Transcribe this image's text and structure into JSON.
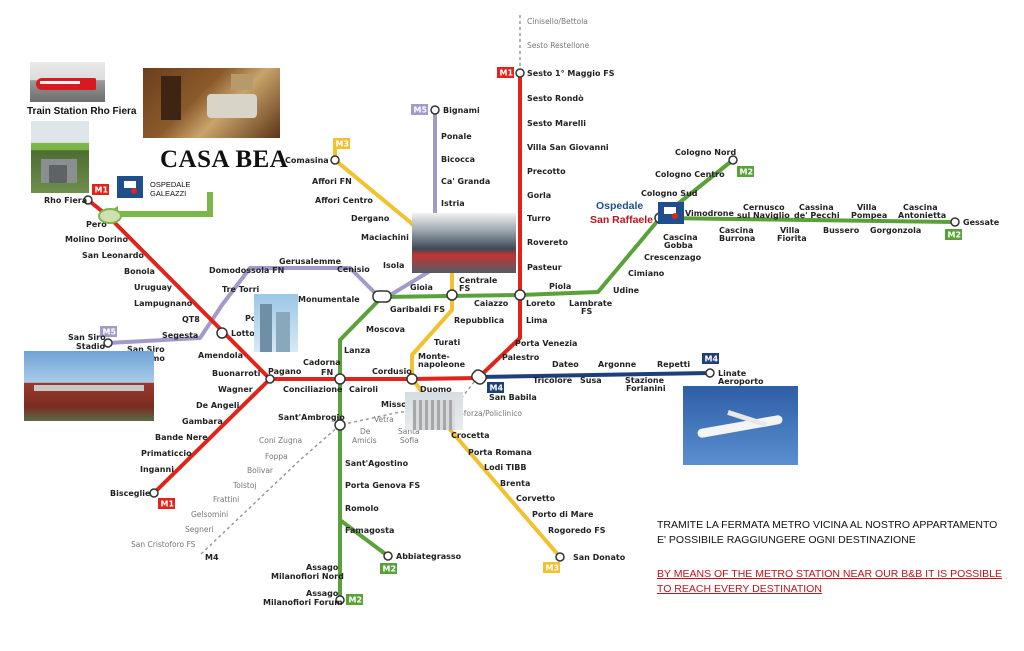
{
  "title": "CASA BEA",
  "photo_captions": {
    "train_station": "Train Station Rho Fiera"
  },
  "hospitals": {
    "galeazzi": [
      "OSPEDALE",
      "GALEAZZI"
    ],
    "san_raffaele_line1": "Ospedale",
    "san_raffaele_line2": "San Raffaele"
  },
  "notes": {
    "italian": [
      "TRAMITE LA FERMATA METRO VICINA AL NOSTRO APPARTAMENTO",
      "E' POSSIBILE RAGGIUNGERE OGNI DESTINAZIONE"
    ],
    "english": [
      "BY MEANS OF THE METRO STATION NEAR OUR B&B IT IS POSSIBLE",
      "TO REACH EVERY DESTINATION"
    ]
  },
  "colors": {
    "M1": "#e2231a",
    "M2": "#5aa13a",
    "M3": "#f2c12e",
    "M4": "#1f3f7a",
    "M5": "#a29bc9",
    "service": "#aaaaaa",
    "accent_red": "#c0141a",
    "accent_blue": "#1f4e8c"
  },
  "line_badges": [
    {
      "id": "m1-top",
      "label": "M1",
      "color": "#e2231a"
    },
    {
      "id": "m1-rho",
      "label": "M1",
      "color": "#e2231a"
    },
    {
      "id": "m1-bisceglie",
      "label": "M1",
      "color": "#e2231a"
    },
    {
      "id": "m2-cologno",
      "label": "M2",
      "color": "#5aa13a"
    },
    {
      "id": "m2-gessate",
      "label": "M2",
      "color": "#5aa13a"
    },
    {
      "id": "m2-abbiategrasso",
      "label": "M2",
      "color": "#5aa13a"
    },
    {
      "id": "m2-forum",
      "label": "M2",
      "color": "#5aa13a"
    },
    {
      "id": "m3-comasina",
      "label": "M3",
      "color": "#f2c12e"
    },
    {
      "id": "m3-sandonato",
      "label": "M3",
      "color": "#f2c12e"
    },
    {
      "id": "m4-linate",
      "label": "M4",
      "color": "#1f3f7a"
    },
    {
      "id": "m4-babila",
      "label": "M4",
      "color": "#1f3f7a"
    },
    {
      "id": "m4-sancristoforo",
      "label": "M4",
      "color": "#1f3f7a"
    },
    {
      "id": "m5-bignami",
      "label": "M5",
      "color": "#a29bc9"
    },
    {
      "id": "m5-sansiro",
      "label": "M5",
      "color": "#a29bc9"
    }
  ],
  "stations": [
    {
      "id": "cinisello",
      "name": "Cinisello/Bettola",
      "grey": true
    },
    {
      "id": "restellone",
      "name": "Sesto Restellone",
      "grey": true
    },
    {
      "id": "sesto1maggio",
      "name": "Sesto 1° Maggio FS"
    },
    {
      "id": "sestorondo",
      "name": "Sesto Rondò"
    },
    {
      "id": "sestomarelli",
      "name": "Sesto Marelli"
    },
    {
      "id": "villasg",
      "name": "Villa San Giovanni"
    },
    {
      "id": "precotto",
      "name": "Precotto"
    },
    {
      "id": "gorla",
      "name": "Gorla"
    },
    {
      "id": "turro",
      "name": "Turro"
    },
    {
      "id": "rovereto",
      "name": "Rovereto"
    },
    {
      "id": "pasteur",
      "name": "Pasteur"
    },
    {
      "id": "loreto",
      "name": "Loreto"
    },
    {
      "id": "lima",
      "name": "Lima"
    },
    {
      "id": "portavenezia",
      "name": "Porta Venezia"
    },
    {
      "id": "palestro",
      "name": "Palestro"
    },
    {
      "id": "sanbabila",
      "name": "San Babila"
    },
    {
      "id": "duomo",
      "name": "Duomo"
    },
    {
      "id": "cordusio",
      "name": "Cordusio"
    },
    {
      "id": "cairoli",
      "name": "Cairoli"
    },
    {
      "id": "cadorna",
      "name": "Cadorna"
    },
    {
      "id": "fn1",
      "name": "FN"
    },
    {
      "id": "conciliazione",
      "name": "Conciliazione"
    },
    {
      "id": "pagano",
      "name": "Pagano"
    },
    {
      "id": "buonarroti",
      "name": "Buonarroti"
    },
    {
      "id": "amendola",
      "name": "Amendola"
    },
    {
      "id": "lotto",
      "name": "Lotto"
    },
    {
      "id": "qt8",
      "name": "QT8"
    },
    {
      "id": "lampugnano",
      "name": "Lampugnano"
    },
    {
      "id": "uruguay",
      "name": "Uruguay"
    },
    {
      "id": "bonola",
      "name": "Bonola"
    },
    {
      "id": "sanleonardo",
      "name": "San Leonardo"
    },
    {
      "id": "molinodorino",
      "name": "Molino Dorino"
    },
    {
      "id": "pero",
      "name": "Pero"
    },
    {
      "id": "rhofiera",
      "name": "Rho Fiera"
    },
    {
      "id": "wagner",
      "name": "Wagner"
    },
    {
      "id": "deangeli",
      "name": "De Angeli"
    },
    {
      "id": "gambara",
      "name": "Gambara"
    },
    {
      "id": "bandenere",
      "name": "Bande Nere"
    },
    {
      "id": "primaticcio",
      "name": "Primaticcio"
    },
    {
      "id": "inganni",
      "name": "Inganni"
    },
    {
      "id": "bisceglie",
      "name": "Bisceglie"
    },
    {
      "id": "colognonord",
      "name": "Cologno Nord"
    },
    {
      "id": "colognocentro",
      "name": "Cologno Centro"
    },
    {
      "id": "colognosud",
      "name": "Cologno Sud"
    },
    {
      "id": "vimodrone",
      "name": "Vimodrone"
    },
    {
      "id": "cernusco",
      "name": "Cernusco"
    },
    {
      "id": "sulnaviglio",
      "name": "sul Naviglio"
    },
    {
      "id": "cassina1",
      "name": "Cassina"
    },
    {
      "id": "depecchi",
      "name": "de' Pecchi"
    },
    {
      "id": "villa",
      "name": "Villa"
    },
    {
      "id": "pompea",
      "name": "Pompea"
    },
    {
      "id": "cassina2",
      "name": "Cascina"
    },
    {
      "id": "antonietta",
      "name": "Antonietta"
    },
    {
      "id": "gessate",
      "name": "Gessate"
    },
    {
      "id": "cascinaburrona1",
      "name": "Cascina"
    },
    {
      "id": "burrona",
      "name": "Burrona"
    },
    {
      "id": "villafiorita1",
      "name": "Villa"
    },
    {
      "id": "fiorita",
      "name": "Fiorita"
    },
    {
      "id": "bussero",
      "name": "Bussero"
    },
    {
      "id": "gorgonzola",
      "name": "Gorgonzola"
    },
    {
      "id": "cascinagobba1",
      "name": "Cascina"
    },
    {
      "id": "gobba",
      "name": "Gobba"
    },
    {
      "id": "crescenzago",
      "name": "Crescenzago"
    },
    {
      "id": "cimiano",
      "name": "Cimiano"
    },
    {
      "id": "udine",
      "name": "Udine"
    },
    {
      "id": "lambrate",
      "name": "Lambrate"
    },
    {
      "id": "fs1",
      "name": "FS"
    },
    {
      "id": "piola",
      "name": "Piola"
    },
    {
      "id": "caiazzo",
      "name": "Caiazzo"
    },
    {
      "id": "centrale",
      "name": "Centrale"
    },
    {
      "id": "fs2",
      "name": "FS"
    },
    {
      "id": "gioia",
      "name": "Gioia"
    },
    {
      "id": "garibaldi",
      "name": "Garibaldi FS"
    },
    {
      "id": "moscova",
      "name": "Moscova"
    },
    {
      "id": "lanza",
      "name": "Lanza"
    },
    {
      "id": "santambrogio",
      "name": "Sant'Ambrogio"
    },
    {
      "id": "santagostino",
      "name": "Sant'Agostino"
    },
    {
      "id": "portagenova",
      "name": "Porta Genova FS"
    },
    {
      "id": "romolo",
      "name": "Romolo"
    },
    {
      "id": "famagosta",
      "name": "Famagosta"
    },
    {
      "id": "abbiategrasso",
      "name": "Abbiategrasso"
    },
    {
      "id": "assago1",
      "name": "Assago"
    },
    {
      "id": "milanofiorinord",
      "name": "Milanofiori Nord"
    },
    {
      "id": "assago2",
      "name": "Assago"
    },
    {
      "id": "milanofioriforum",
      "name": "Milanofiori Forum"
    },
    {
      "id": "comasina",
      "name": "Comasina"
    },
    {
      "id": "affori",
      "name": "Affori FN"
    },
    {
      "id": "afforicentro",
      "name": "Affori Centro"
    },
    {
      "id": "dergano",
      "name": "Dergano"
    },
    {
      "id": "maciachini",
      "name": "Maciachini"
    },
    {
      "id": "repubblica",
      "name": "Repubblica"
    },
    {
      "id": "turati",
      "name": "Turati"
    },
    {
      "id": "montenap1",
      "name": "Monte-"
    },
    {
      "id": "montenap2",
      "name": "napoleone"
    },
    {
      "id": "missori",
      "name": "Missori"
    },
    {
      "id": "crocetta",
      "name": "Crocetta"
    },
    {
      "id": "portaromana",
      "name": "Porta Romana"
    },
    {
      "id": "loditibb",
      "name": "Lodi TIBB"
    },
    {
      "id": "brenta",
      "name": "Brenta"
    },
    {
      "id": "corvetto",
      "name": "Corvetto"
    },
    {
      "id": "portodimare",
      "name": "Porto di Mare"
    },
    {
      "id": "rogoredo",
      "name": "Rogoredo FS"
    },
    {
      "id": "sandonato",
      "name": "San Donato"
    },
    {
      "id": "bignami",
      "name": "Bignami"
    },
    {
      "id": "ponale",
      "name": "Ponale"
    },
    {
      "id": "bicocca",
      "name": "Bicocca"
    },
    {
      "id": "cagranda",
      "name": "Ca' Granda"
    },
    {
      "id": "istria",
      "name": "Istria"
    },
    {
      "id": "isola",
      "name": "Isola"
    },
    {
      "id": "monumentale",
      "name": "Monumentale"
    },
    {
      "id": "cenisio",
      "name": "Cenisio"
    },
    {
      "id": "gerusalemme",
      "name": "Gerusalemme"
    },
    {
      "id": "domodossola",
      "name": "Domodossola FN"
    },
    {
      "id": "tretorri",
      "name": "Tre Torri"
    },
    {
      "id": "portello",
      "name": "Po"
    },
    {
      "id": "segesta",
      "name": "Segesta"
    },
    {
      "id": "sansirostadio1",
      "name": "San Siro"
    },
    {
      "id": "sansirostadio2",
      "name": "Stadio"
    },
    {
      "id": "sansiroippo1",
      "name": "San Siro"
    },
    {
      "id": "sansiroippo2",
      "name": "mo"
    },
    {
      "id": "dateo",
      "name": "Dateo"
    },
    {
      "id": "tricolore",
      "name": "Tricolore"
    },
    {
      "id": "argonne",
      "name": "Argonne"
    },
    {
      "id": "susa",
      "name": "Susa"
    },
    {
      "id": "repetti",
      "name": "Repetti"
    },
    {
      "id": "stazione1",
      "name": "Stazione"
    },
    {
      "id": "forlanini",
      "name": "Forlanini"
    },
    {
      "id": "linate1",
      "name": "Linate"
    },
    {
      "id": "aeroporto",
      "name": "Aeroporto"
    },
    {
      "id": "sforza",
      "name": "Sforza/Policlinico",
      "grey": true
    },
    {
      "id": "vetra",
      "name": "Vetra",
      "grey": true
    },
    {
      "id": "deamicis1",
      "name": "De",
      "grey": true
    },
    {
      "id": "deamicis2",
      "name": "Amicis",
      "grey": true
    },
    {
      "id": "santasofia1",
      "name": "Santa",
      "grey": true
    },
    {
      "id": "santasofia2",
      "name": "Sofia",
      "grey": true
    },
    {
      "id": "conizugna",
      "name": "Coni Zugna",
      "grey": true
    },
    {
      "id": "foppa",
      "name": "Foppa",
      "grey": true
    },
    {
      "id": "bolivar",
      "name": "Bolivar",
      "grey": true
    },
    {
      "id": "tolstoj",
      "name": "Tolstoj",
      "grey": true
    },
    {
      "id": "frattini",
      "name": "Frattini",
      "grey": true
    },
    {
      "id": "gelsomini",
      "name": "Gelsomini",
      "grey": true
    },
    {
      "id": "segneri",
      "name": "Segneri",
      "grey": true
    },
    {
      "id": "sancristoforo",
      "name": "San Cristoforo FS",
      "grey": true
    },
    {
      "id": "m4end",
      "name": "M4"
    }
  ]
}
